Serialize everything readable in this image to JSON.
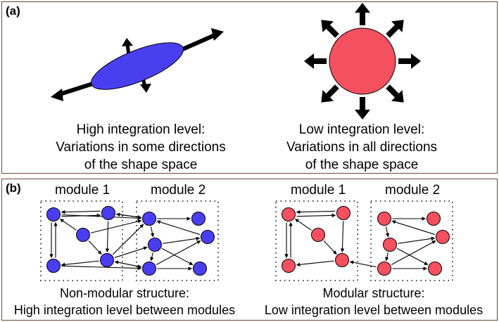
{
  "panel_a": {
    "label": "(a)",
    "left_caption": [
      "High integration level:",
      "Variations in some directions",
      "of the shape space"
    ],
    "right_caption": [
      "Low integration level:",
      "Variations in all directions",
      "of the shape space"
    ]
  },
  "panel_b": {
    "label": "(b)",
    "left": {
      "module1": "module 1",
      "module2": "module 2",
      "caption": [
        "Non-modular structure:",
        "High integration level between modules"
      ]
    },
    "right": {
      "module1": "module 1",
      "module2": "module 2",
      "caption": [
        "Modular structure:",
        "Low integration level between modules"
      ]
    }
  },
  "colors": {
    "border": "#6b4a2f",
    "blue_node": "#4a3ff0",
    "red_node": "#f5505f",
    "arrow": "#000000"
  }
}
